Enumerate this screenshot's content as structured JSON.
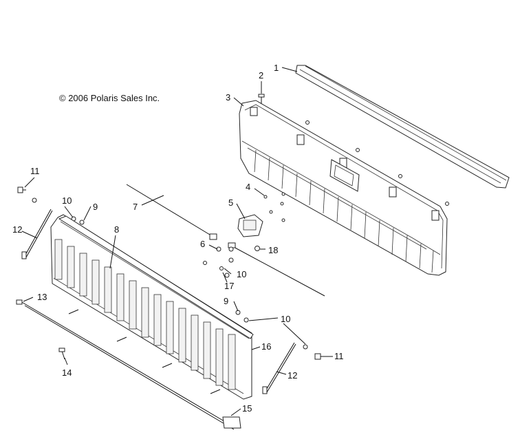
{
  "copyright": "© 2006 Polaris Sales Inc.",
  "callouts": [
    "1",
    "2",
    "3",
    "4",
    "5",
    "6",
    "7",
    "8",
    "9",
    "9",
    "10",
    "10",
    "10",
    "11",
    "11",
    "12",
    "12",
    "13",
    "14",
    "15",
    "16",
    "17",
    "18"
  ],
  "icons": {
    "tailgate-panel": "tailgate-panel-icon",
    "inner-panel": "inner-tailgate-panel-icon",
    "top-cap": "tailgate-top-cap-icon"
  }
}
